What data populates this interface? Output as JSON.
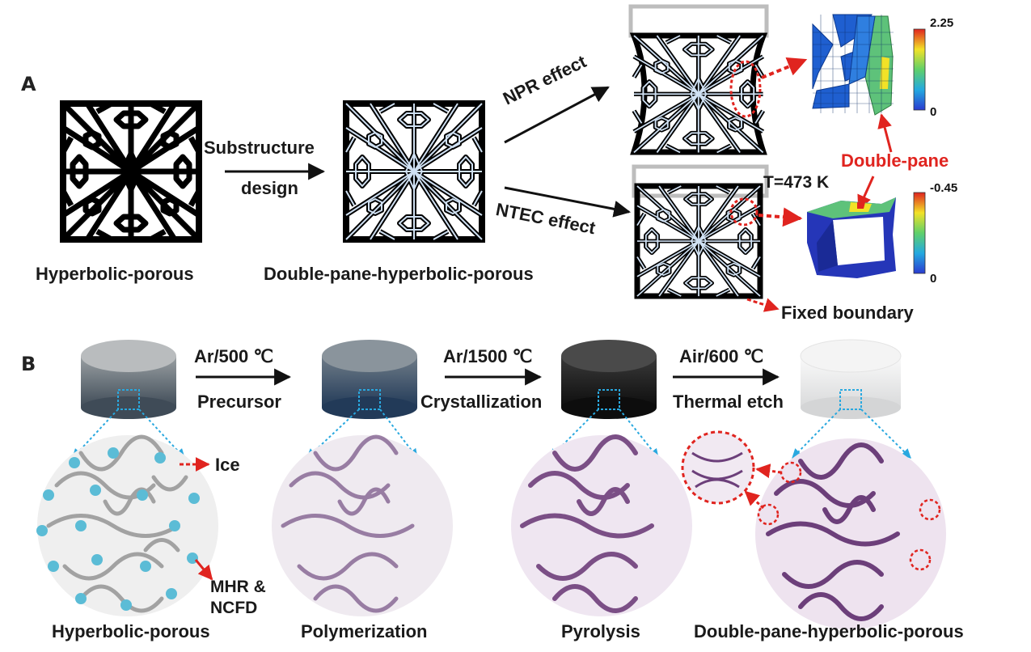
{
  "panel_a": {
    "label": "A",
    "left_caption": "Hyperbolic-porous",
    "step_label_1": "Substructure",
    "step_label_2": "design",
    "middle_caption": "Double-pane-hyperbolic-porous",
    "npr_label": "NPR effect",
    "ntec_label": "NTEC effect",
    "temperature": "T=473 K",
    "double_pane": "Double-pane",
    "fixed_boundary": "Fixed boundary",
    "scale_top_max": "2.25",
    "scale_top_min": "0",
    "scale_bottom_max": "-0.45",
    "scale_bottom_min": "0"
  },
  "panel_b": {
    "label": "B",
    "step1_top": "Ar/500 ℃",
    "step1_bottom": "Precursor",
    "step2_top": "Ar/1500 ℃",
    "step2_bottom": "Crystallization",
    "step3_top": "Air/600 ℃",
    "step3_bottom": "Thermal etch",
    "ice": "Ice",
    "mhr_1": "MHR &",
    "mhr_2": "NCFD",
    "cap1": "Hyperbolic-porous",
    "cap2": "Polymerization",
    "cap3": "Pyrolysis",
    "cap4": "Double-pane-hyperbolic-porous"
  },
  "colors": {
    "accent_red": "#e0241f",
    "guide_blue": "#29a8df",
    "fiber_purple": "#7b4f86",
    "fiber_grey": "#9a9a9a",
    "ice_blue": "#5bbcd6",
    "mesh_blue": "#1f5fd0",
    "mesh_green": "#5ec27a"
  }
}
